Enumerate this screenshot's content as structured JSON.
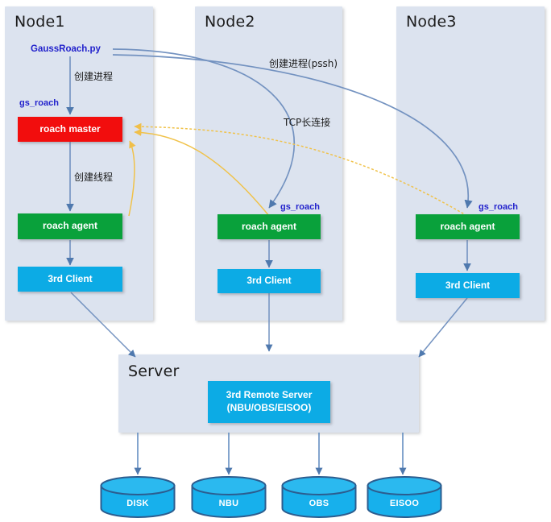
{
  "diagram": {
    "title": "GaussRoach distributed backup architecture",
    "colors": {
      "panel": "#dce3ef",
      "master": "#f20d0d",
      "agent": "#09a13b",
      "client": "#0cabe5",
      "cylinder": "#0cabe5",
      "cylinder_stroke": "#2c5d8f",
      "flow_blue": "#7392c0",
      "flow_yellow": "#f0c24a",
      "tag_text": "#2222cc"
    }
  },
  "nodes": [
    {
      "id": "node1",
      "title": "Node1",
      "script": {
        "label": "GaussRoach.py"
      },
      "tags": [
        {
          "id": "gs-roach-master",
          "label": "gs_roach"
        }
      ],
      "boxes": [
        {
          "id": "roach-master",
          "label": "roach master",
          "color": "red"
        },
        {
          "id": "roach-agent",
          "label": "roach agent",
          "color": "green"
        },
        {
          "id": "third-client",
          "label": "3rd Client",
          "color": "blue"
        }
      ],
      "edge_labels": [
        {
          "id": "create-process",
          "label": "创建进程"
        },
        {
          "id": "create-thread",
          "label": "创建线程"
        }
      ]
    },
    {
      "id": "node2",
      "title": "Node2",
      "tags": [
        {
          "id": "gs-roach-agent2",
          "label": "gs_roach"
        }
      ],
      "boxes": [
        {
          "id": "roach-agent",
          "label": "roach agent",
          "color": "green"
        },
        {
          "id": "third-client",
          "label": "3rd Client",
          "color": "blue"
        }
      ]
    },
    {
      "id": "node3",
      "title": "Node3",
      "tags": [
        {
          "id": "gs-roach-agent3",
          "label": "gs_roach"
        }
      ],
      "boxes": [
        {
          "id": "roach-agent",
          "label": "roach agent",
          "color": "green"
        },
        {
          "id": "third-client",
          "label": "3rd Client",
          "color": "blue"
        }
      ]
    }
  ],
  "cross_node_labels": [
    {
      "id": "create-process-pssh",
      "label": "创建进程(pssh)"
    },
    {
      "id": "tcp-long-connection",
      "label": "TCP长连接"
    }
  ],
  "server": {
    "title": "Server",
    "box": {
      "id": "third-remote-server",
      "line1": "3rd Remote Server",
      "line2": "(NBU/OBS/EISOO)"
    }
  },
  "storages": [
    {
      "id": "disk",
      "label": "DISK"
    },
    {
      "id": "nbu",
      "label": "NBU"
    },
    {
      "id": "obs",
      "label": "OBS"
    },
    {
      "id": "eisoo",
      "label": "EISOO"
    }
  ]
}
